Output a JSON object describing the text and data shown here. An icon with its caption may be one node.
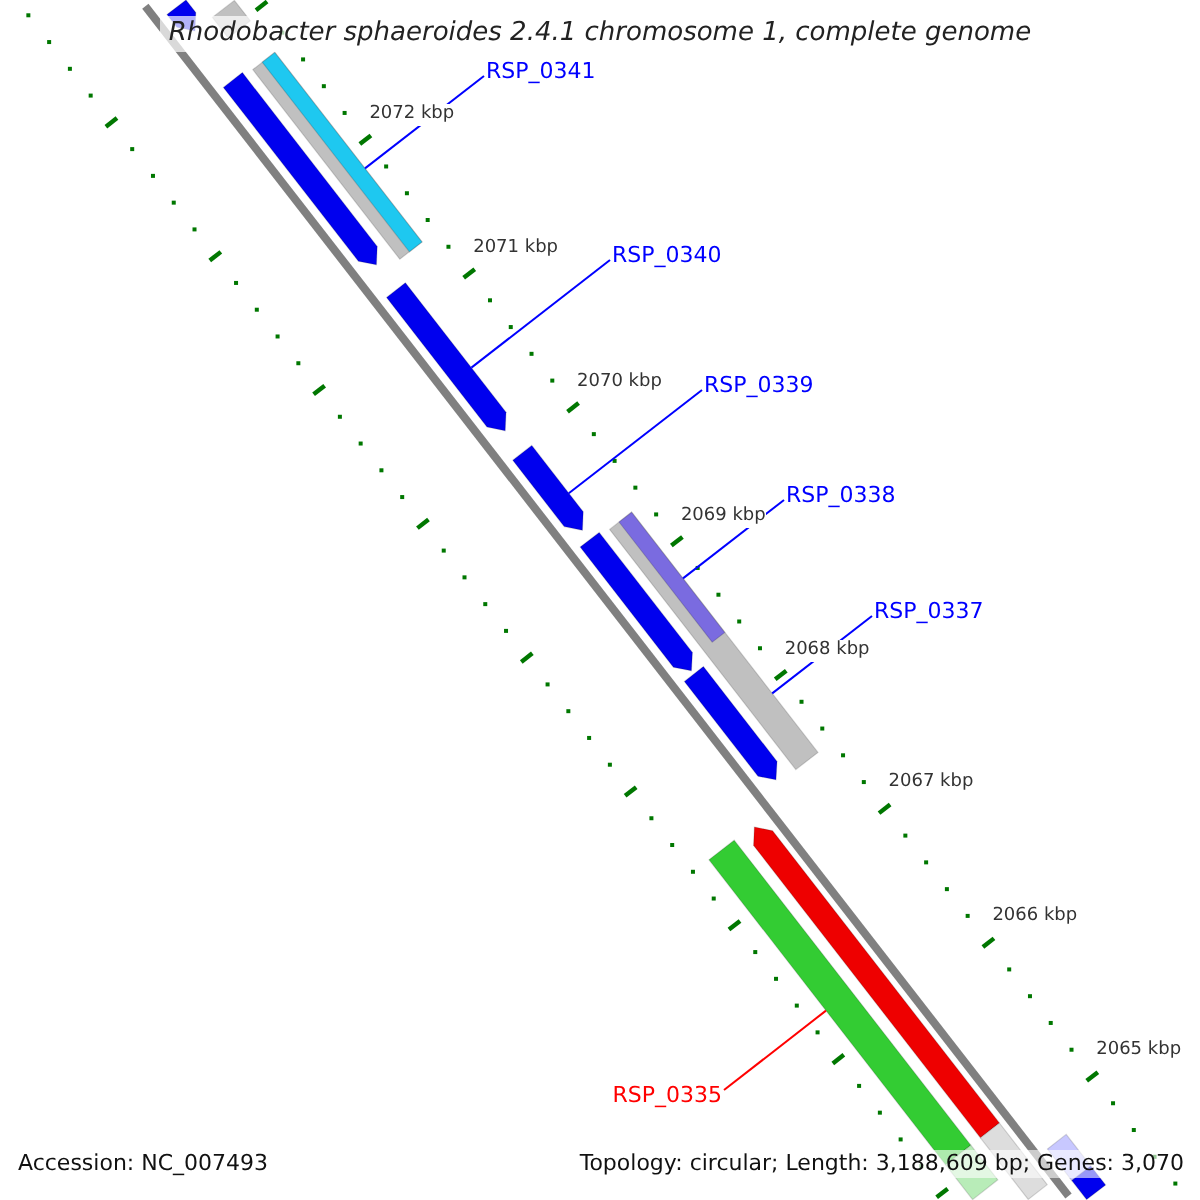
{
  "diagram": {
    "title": "Rhodobacter sphaeroides 2.4.1 chromosome 1, complete genome",
    "nodes": [
      {
        "text": [
          "RSP_0341"
        ]
      },
      {
        "text": [
          "RSP_0340"
        ]
      },
      {
        "text": [
          "RSP_0339"
        ]
      },
      {
        "text": [
          "RSP_0338"
        ]
      },
      {
        "text": [
          "RSP_0337"
        ]
      },
      {
        "text": [
          "RSP_0335"
        ]
      },
      {
        "text": [],
        "shape": "bar"
      },
      {
        "text": [],
        "shape": "bar"
      },
      {
        "text": [],
        "shape": "bar"
      },
      {
        "text": [],
        "shape": "bar",
        "in": 8
      },
      {
        "text": [],
        "shape": "bar"
      },
      {
        "text": [],
        "shape": "bar"
      },
      {
        "text": [],
        "shape": "bar"
      },
      {
        "text": [],
        "shape": "bar"
      },
      {
        "text": [],
        "shape": "bar"
      },
      {
        "text": [],
        "shape": "bar",
        "in": 14
      },
      {
        "text": [],
        "shape": "bar"
      },
      {
        "text": [],
        "shape": "bar"
      },
      {
        "text": [],
        "shape": "bar"
      },
      {
        "text": [],
        "shape": "bar"
      },
      {
        "text": [],
        "shape": "bar"
      },
      {
        "text": [],
        "shape": "bar"
      },
      {
        "text": [],
        "shape": "bar"
      }
    ],
    "edges": [
      {
        "from": 0,
        "to": 9,
        "arrow": "none"
      },
      {
        "from": 1,
        "to": 11,
        "arrow": "none"
      },
      {
        "from": 2,
        "to": 12,
        "arrow": "none"
      },
      {
        "from": 3,
        "to": 15,
        "arrow": "none"
      },
      {
        "from": 4,
        "to": 14,
        "arrow": "none"
      },
      {
        "from": 5,
        "to": 17,
        "arrow": "none",
        "color": "#ff0000"
      }
    ],
    "labels": [
      "2072 kbp",
      "2071 kbp",
      "2070 kbp",
      "2069 kbp",
      "2068 kbp",
      "2067 kbp",
      "2066 kbp",
      "2065 kbp",
      "Accession: NC_007493",
      "Topology: circular; Length: 3,188,609 bp; Genes: 3,070"
    ]
  }
}
